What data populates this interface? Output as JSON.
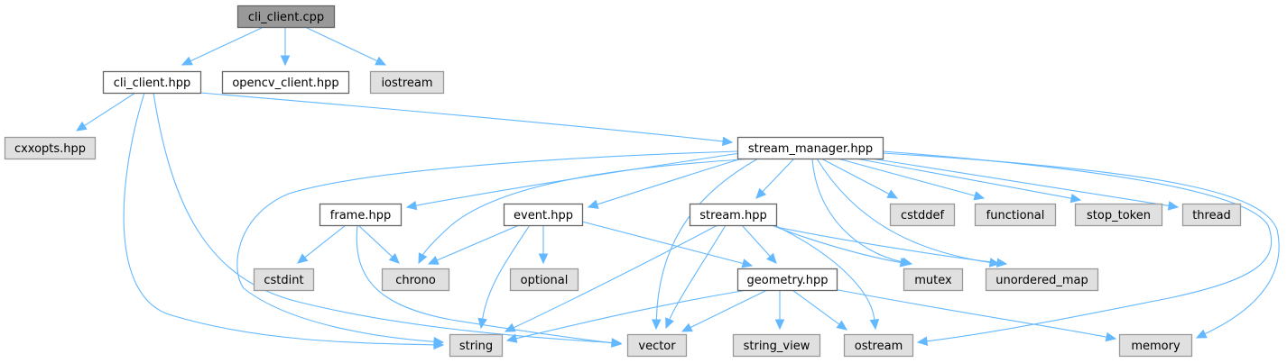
{
  "diagram": {
    "title": "Include dependency graph for cli_client.cpp",
    "colors": {
      "root_fill": "#999999",
      "root_border": "#666666",
      "local_fill": "#ffffff",
      "local_border": "#666666",
      "system_fill": "#e0e0e0",
      "system_border": "#999999",
      "edge": "#63b8ff"
    },
    "nodes": [
      {
        "id": "cli_client_cpp",
        "label": "cli_client.cpp",
        "kind": "root"
      },
      {
        "id": "cli_client_hpp",
        "label": "cli_client.hpp",
        "kind": "local"
      },
      {
        "id": "opencv_client_hpp",
        "label": "opencv_client.hpp",
        "kind": "local"
      },
      {
        "id": "iostream",
        "label": "iostream",
        "kind": "system"
      },
      {
        "id": "cxxopts_hpp",
        "label": "cxxopts.hpp",
        "kind": "system"
      },
      {
        "id": "stream_manager_hpp",
        "label": "stream_manager.hpp",
        "kind": "local"
      },
      {
        "id": "frame_hpp",
        "label": "frame.hpp",
        "kind": "local"
      },
      {
        "id": "event_hpp",
        "label": "event.hpp",
        "kind": "local"
      },
      {
        "id": "stream_hpp",
        "label": "stream.hpp",
        "kind": "local"
      },
      {
        "id": "cstddef",
        "label": "cstddef",
        "kind": "system"
      },
      {
        "id": "functional",
        "label": "functional",
        "kind": "system"
      },
      {
        "id": "stop_token",
        "label": "stop_token",
        "kind": "system"
      },
      {
        "id": "thread",
        "label": "thread",
        "kind": "system"
      },
      {
        "id": "cstdint",
        "label": "cstdint",
        "kind": "system"
      },
      {
        "id": "chrono",
        "label": "chrono",
        "kind": "system"
      },
      {
        "id": "optional",
        "label": "optional",
        "kind": "system"
      },
      {
        "id": "geometry_hpp",
        "label": "geometry.hpp",
        "kind": "local"
      },
      {
        "id": "mutex",
        "label": "mutex",
        "kind": "system"
      },
      {
        "id": "unordered_map",
        "label": "unordered_map",
        "kind": "system"
      },
      {
        "id": "string",
        "label": "string",
        "kind": "system"
      },
      {
        "id": "vector",
        "label": "vector",
        "kind": "system"
      },
      {
        "id": "string_view",
        "label": "string_view",
        "kind": "system"
      },
      {
        "id": "ostream",
        "label": "ostream",
        "kind": "system"
      },
      {
        "id": "memory",
        "label": "memory",
        "kind": "system"
      }
    ],
    "edges": [
      {
        "from": "cli_client_cpp",
        "to": "cli_client_hpp"
      },
      {
        "from": "cli_client_cpp",
        "to": "opencv_client_hpp"
      },
      {
        "from": "cli_client_cpp",
        "to": "iostream"
      },
      {
        "from": "cli_client_hpp",
        "to": "cxxopts_hpp"
      },
      {
        "from": "cli_client_hpp",
        "to": "stream_manager_hpp"
      },
      {
        "from": "cli_client_hpp",
        "to": "string"
      },
      {
        "from": "cli_client_hpp",
        "to": "vector"
      },
      {
        "from": "stream_manager_hpp",
        "to": "frame_hpp"
      },
      {
        "from": "stream_manager_hpp",
        "to": "event_hpp"
      },
      {
        "from": "stream_manager_hpp",
        "to": "stream_hpp"
      },
      {
        "from": "stream_manager_hpp",
        "to": "cstddef"
      },
      {
        "from": "stream_manager_hpp",
        "to": "functional"
      },
      {
        "from": "stream_manager_hpp",
        "to": "stop_token"
      },
      {
        "from": "stream_manager_hpp",
        "to": "thread"
      },
      {
        "from": "stream_manager_hpp",
        "to": "chrono"
      },
      {
        "from": "stream_manager_hpp",
        "to": "string"
      },
      {
        "from": "stream_manager_hpp",
        "to": "vector"
      },
      {
        "from": "stream_manager_hpp",
        "to": "mutex"
      },
      {
        "from": "stream_manager_hpp",
        "to": "unordered_map"
      },
      {
        "from": "stream_manager_hpp",
        "to": "ostream"
      },
      {
        "from": "stream_manager_hpp",
        "to": "memory"
      },
      {
        "from": "frame_hpp",
        "to": "cstdint"
      },
      {
        "from": "frame_hpp",
        "to": "chrono"
      },
      {
        "from": "frame_hpp",
        "to": "vector"
      },
      {
        "from": "event_hpp",
        "to": "chrono"
      },
      {
        "from": "event_hpp",
        "to": "optional"
      },
      {
        "from": "event_hpp",
        "to": "string"
      },
      {
        "from": "event_hpp",
        "to": "geometry_hpp"
      },
      {
        "from": "stream_hpp",
        "to": "geometry_hpp"
      },
      {
        "from": "stream_hpp",
        "to": "string"
      },
      {
        "from": "stream_hpp",
        "to": "vector"
      },
      {
        "from": "stream_hpp",
        "to": "mutex"
      },
      {
        "from": "stream_hpp",
        "to": "unordered_map"
      },
      {
        "from": "stream_hpp",
        "to": "ostream"
      },
      {
        "from": "geometry_hpp",
        "to": "string"
      },
      {
        "from": "geometry_hpp",
        "to": "vector"
      },
      {
        "from": "geometry_hpp",
        "to": "string_view"
      },
      {
        "from": "geometry_hpp",
        "to": "ostream"
      },
      {
        "from": "geometry_hpp",
        "to": "memory"
      }
    ]
  }
}
